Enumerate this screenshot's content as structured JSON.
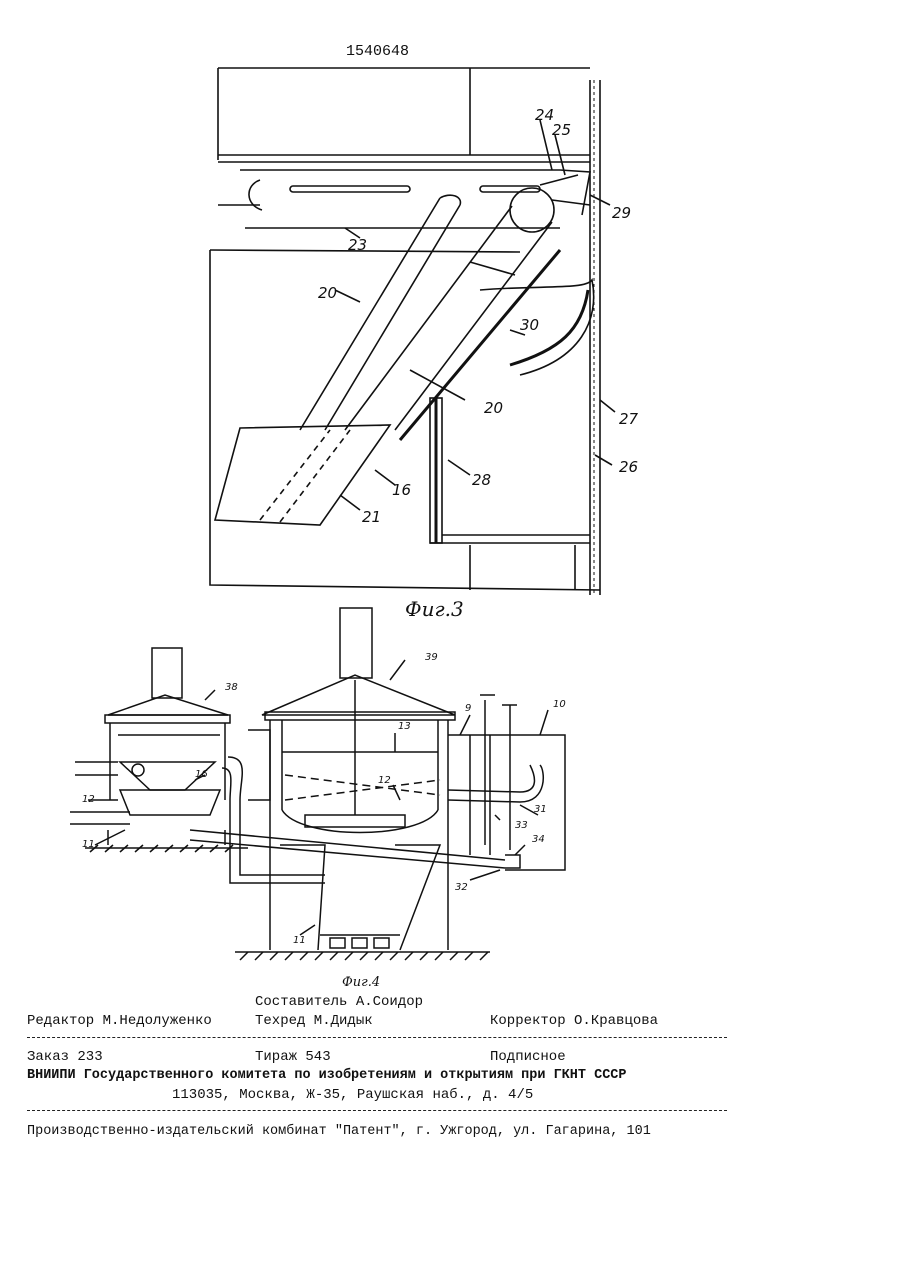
{
  "doc_number": "1540648",
  "figures": [
    {
      "caption": "Фиг.3",
      "labels": [
        "24",
        "25",
        "29",
        "23",
        "20",
        "30",
        "20",
        "27",
        "26",
        "28",
        "16",
        "21"
      ]
    },
    {
      "caption": "Фиг.4",
      "labels": [
        "38",
        "39",
        "10",
        "9",
        "13",
        "16",
        "12",
        "12",
        "11",
        "31",
        "33",
        "34",
        "32",
        "11"
      ]
    }
  ],
  "credits": {
    "compiler": "Составитель А.Соидор",
    "editor": "Редактор М.Недолуженко",
    "techred": "Техред М.Дидык",
    "corrector": "Корректор О.Кравцова"
  },
  "order": {
    "order_no": "Заказ 233",
    "circulation": "Тираж 543",
    "subscription": "Подписное"
  },
  "institute": {
    "line1": "ВНИИПИ Государственного комитета по изобретениям и открытиям при ГКНТ СССР",
    "line2": "113035, Москва, Ж-35, Раушская наб., д. 4/5"
  },
  "publisher": "Производственно-издательский комбинат \"Патент\", г. Ужгород, ул. Гагарина, 101"
}
